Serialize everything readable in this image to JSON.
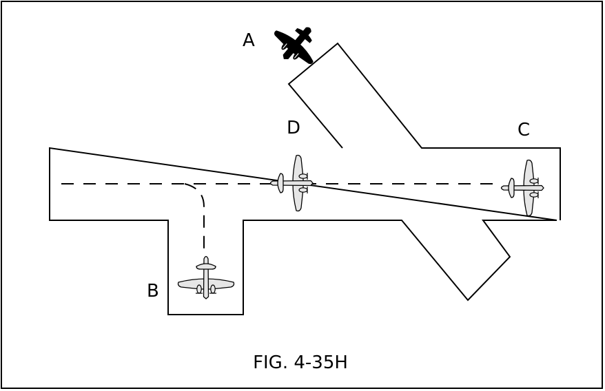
{
  "labels": {
    "a": "A",
    "b": "B",
    "c": "C",
    "d": "D"
  },
  "caption": "FIG. 4-35H",
  "colors": {
    "line": "#000000",
    "aircraft_fill": "#e6e6e6",
    "aircraft_dark": "#000000",
    "background": "#ffffff"
  },
  "icons": {
    "aircraft_a": "airplane-silhouette-icon",
    "aircraft_b": "airplane-outline-icon",
    "aircraft_c": "airplane-outline-icon",
    "aircraft_d": "airplane-outline-icon"
  }
}
